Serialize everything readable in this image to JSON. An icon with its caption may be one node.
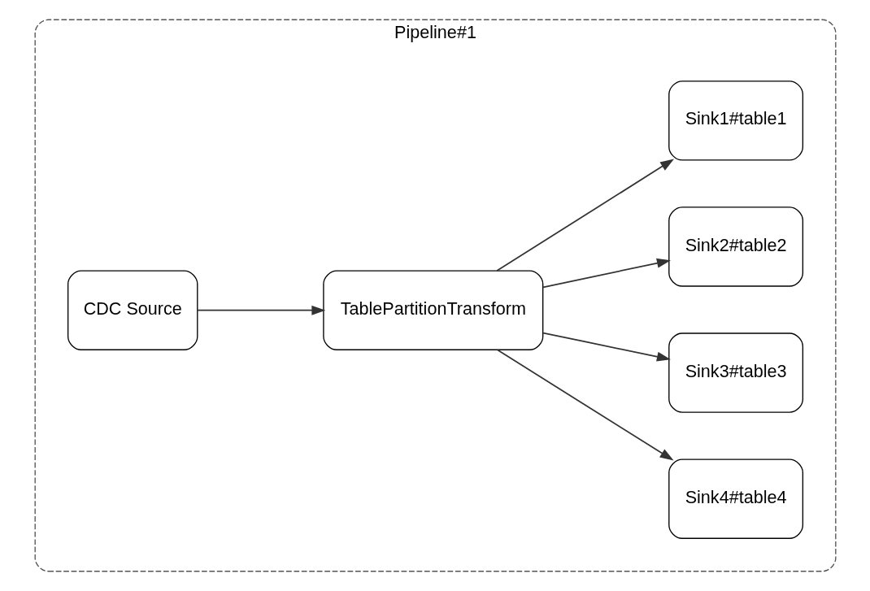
{
  "diagram": {
    "nodes": [
      {
        "text": [
          "Pipeline#1"
        ]
      },
      {
        "text": [
          "CDC Source"
        ],
        "in": 0
      },
      {
        "text": [
          "TablePartitionTransform"
        ],
        "in": 0
      },
      {
        "text": [
          "Sink1#table1"
        ],
        "in": 0
      },
      {
        "text": [
          "Sink2#table2"
        ],
        "in": 0
      },
      {
        "text": [
          "Sink3#table3"
        ],
        "in": 0
      },
      {
        "text": [
          "Sink4#table4"
        ],
        "in": 0
      }
    ],
    "edges": [
      {
        "from": 1,
        "to": 2,
        "arrow": "to"
      },
      {
        "from": 2,
        "to": 3,
        "arrow": "to"
      },
      {
        "from": 2,
        "to": 4,
        "arrow": "to"
      },
      {
        "from": 2,
        "to": 5,
        "arrow": "to"
      },
      {
        "from": 2,
        "to": 6,
        "arrow": "to"
      }
    ]
  }
}
